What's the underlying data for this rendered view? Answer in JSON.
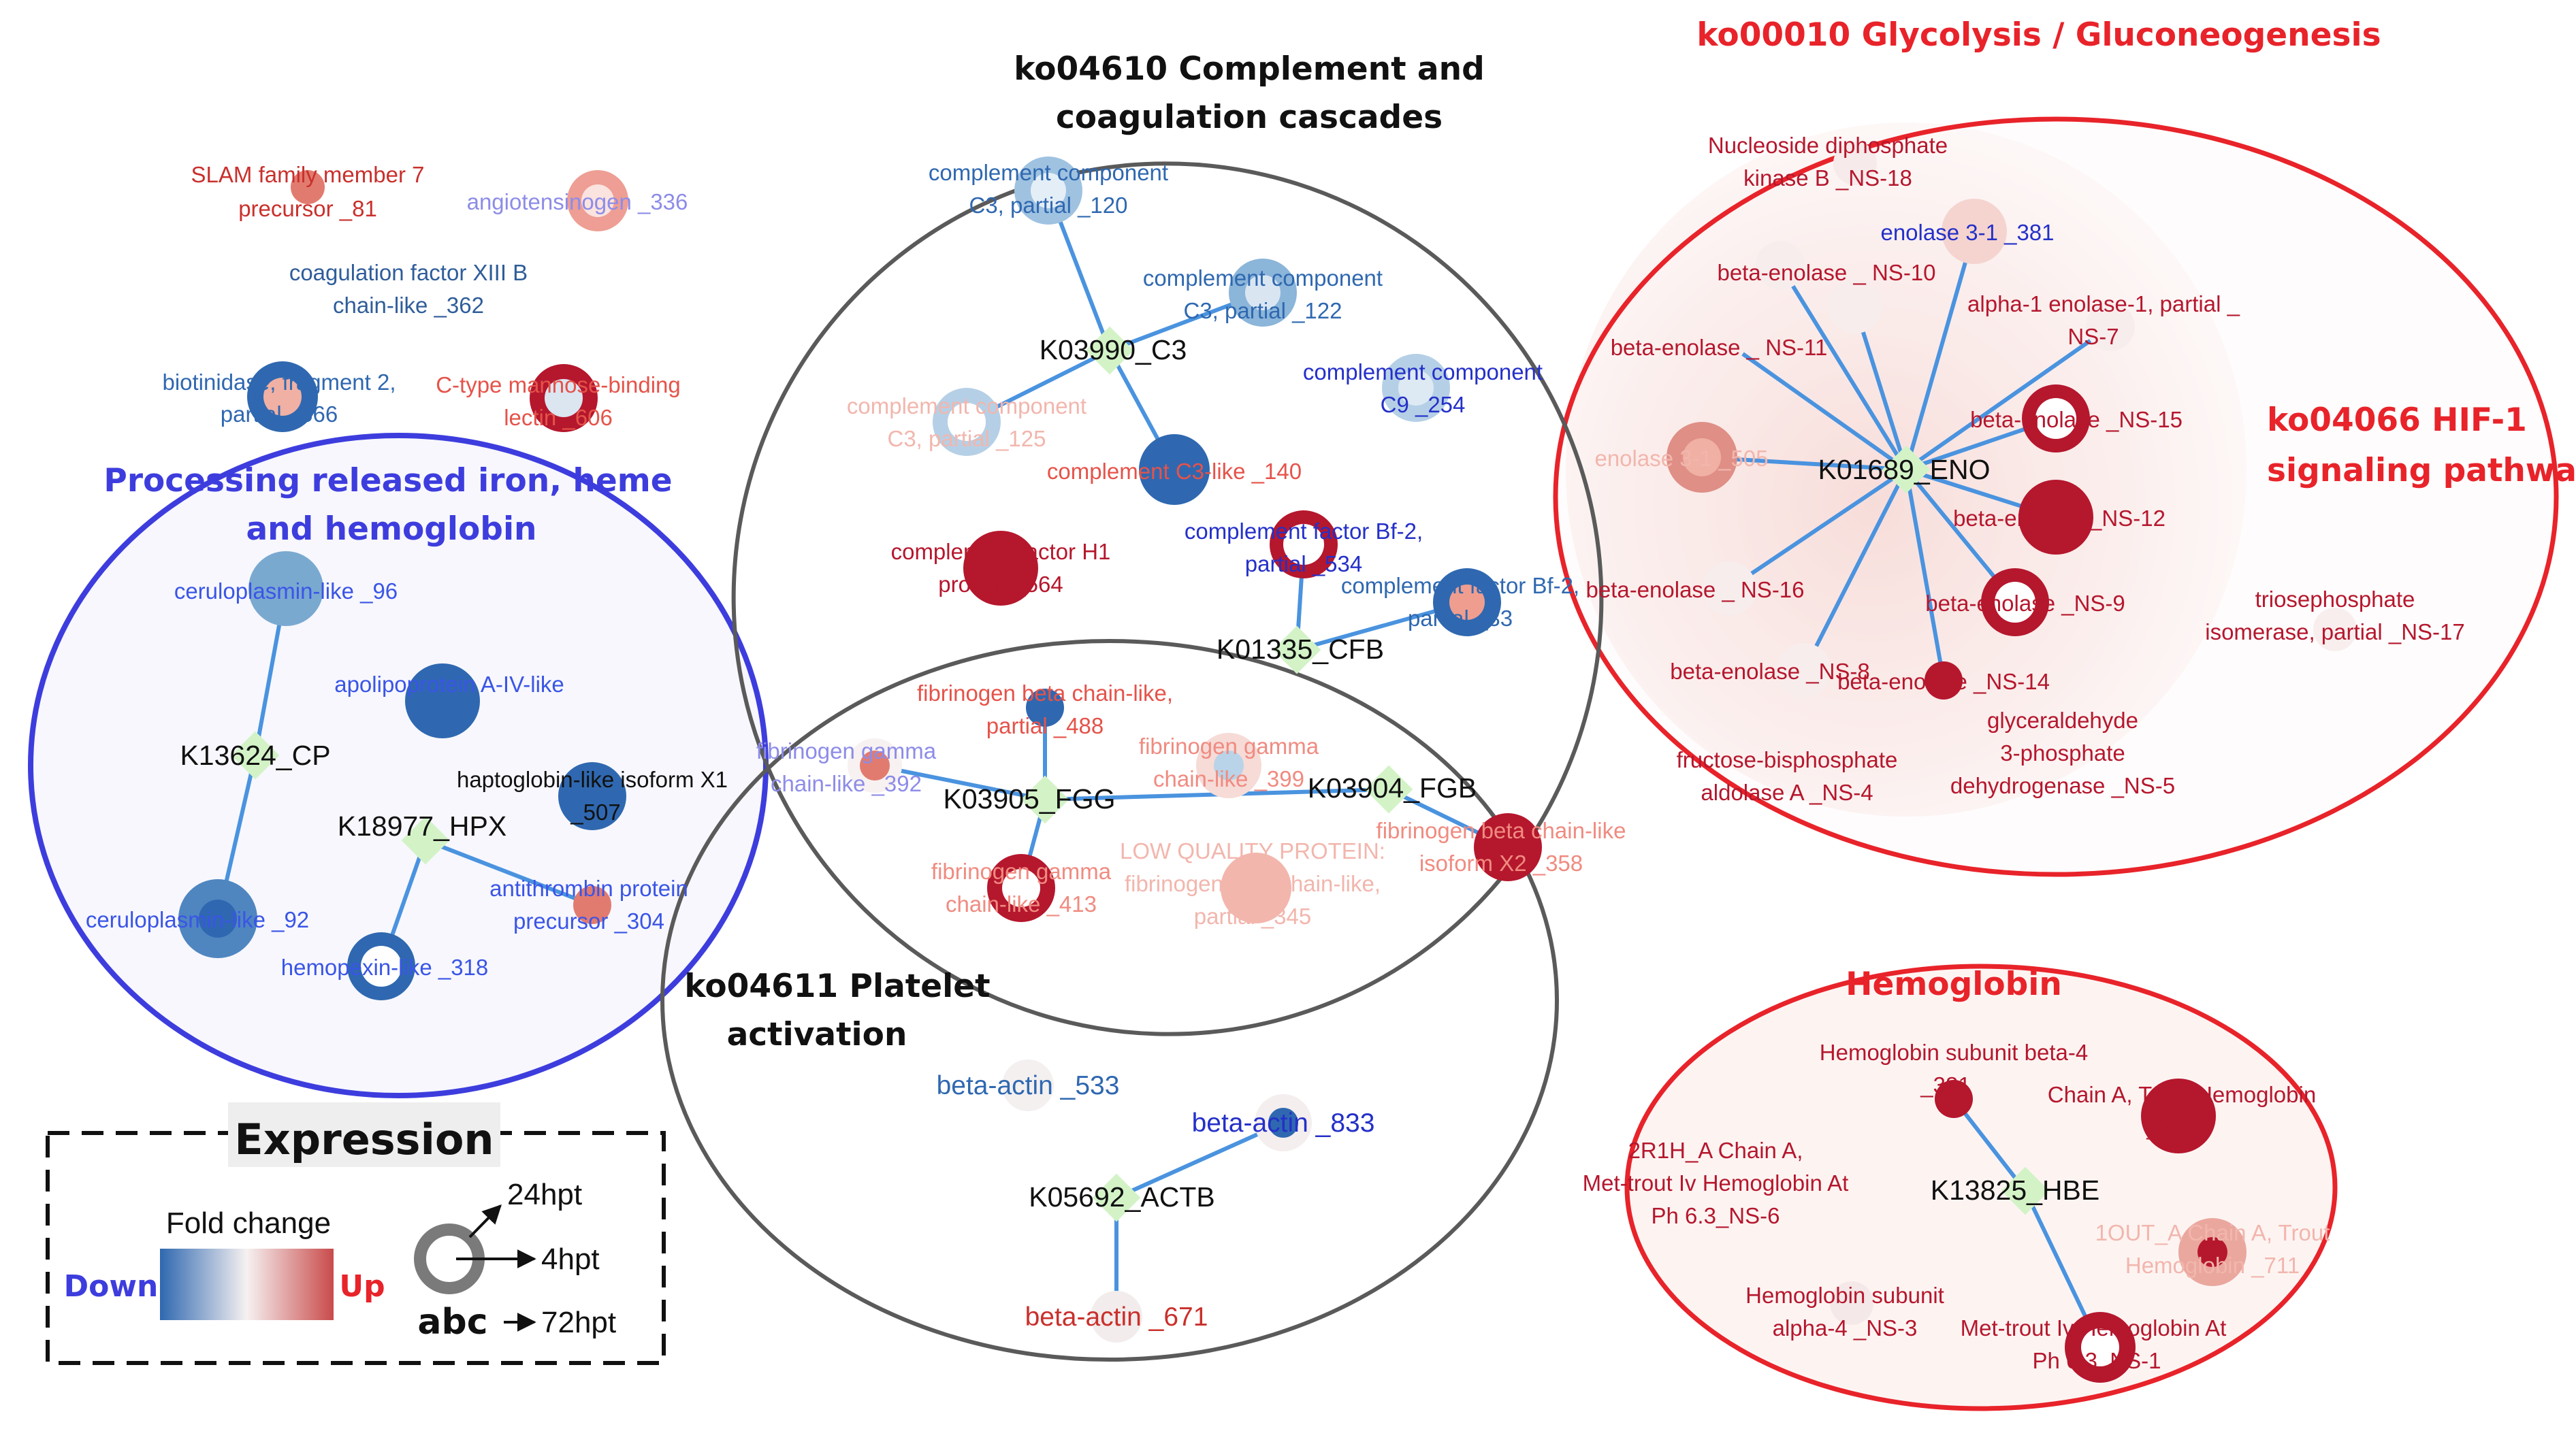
{
  "colors": {
    "down": "#2f68b0",
    "mid_blue": "#7aa9d0",
    "light_blue": "#b9d3e8",
    "up": "#b5172d",
    "mid_red": "#d9605c",
    "light_red": "#f2b6ad",
    "pale": "#f6f0f0",
    "hub": "#d3f3c7",
    "edge": "#4a93df",
    "blue_text": "#3d55e6",
    "red_text": "#d9263a",
    "group_red": "#e8232a",
    "group_blue": "#3d3dde"
  },
  "groups": {
    "complement": {
      "title_1": "ko04610 Complement and",
      "title_2": "coagulation  cascades"
    },
    "platelet": {
      "title_1": "ko04611 Platelet",
      "title_2": "activation"
    },
    "glycolysis": {
      "title": "ko00010 Glycolysis / Gluconeogenesis"
    },
    "hif": {
      "title_1": "ko04066 HIF-1",
      "title_2": "signaling pathway"
    },
    "iron": {
      "title_1": "Processing  released iron, heme",
      "title_2": "and hemoglobin"
    },
    "hemoglobin": {
      "title": "Hemoglobin"
    }
  },
  "hubs": {
    "c3": "K03990_C3",
    "cfb": "K01335_CFB",
    "fgg": "K03905_FGG",
    "fgb": "K03904_FGB",
    "actb": "K05692_ACTB",
    "eno": "K01689_ENO",
    "hbe": "K13825_HBE",
    "cp": "K13624_CP",
    "hpx": "K18977_HPX"
  },
  "genes": {
    "slam_1": "SLAM family member 7",
    "slam_2": "precursor _81",
    "angiotensinogen": "angiotensinogen _336",
    "f13b_1": "coagulation factor XIII B",
    "f13b_2": "chain-like _362",
    "biotinidase_1": "biotinidase, fragment 2,",
    "biotinidase_2": "partial _566",
    "ctype_1": "C-type mannose-binding",
    "ctype_2": "lectin _606",
    "c3_120_1": "complement component",
    "c3_120_2": "C3, partial _120",
    "c3_122_1": "complement component",
    "c3_122_2": "C3, partial _122",
    "c3_125_1": "complement component",
    "c3_125_2": "C3, partial _125",
    "c9_1": "complement component",
    "c9_2": "C9 _254",
    "c3like": "complement C3-like _140",
    "fh1_1": "complement factor H1",
    "fh1_2": "protein _564",
    "bf2_534_1": "complement factor Bf-2,",
    "bf2_534_2": "partial _534",
    "bf2_33_1": "complement factor Bf-2,",
    "bf2_33_2": "partial _33",
    "fgb488_1": "fibrinogen beta chain-like,",
    "fgb488_2": "partial _488",
    "fgg392_1": "fibrinogen gamma",
    "fgg392_2": "chain-like _392",
    "fgg399_1": "fibrinogen gamma",
    "fgg399_2": "chain-like _399",
    "fgg413_1": "fibrinogen gamma",
    "fgg413_2": "chain-like _413",
    "lq_1": "LOW QUALITY PROTEIN:",
    "lq_2": "fibrinogen beta chain-like,",
    "lq_3": "partial _345",
    "fgbx2_1": "fibrinogen beta chain-like",
    "fgbx2_2": "isoform X2 _358",
    "actin533": "beta-actin _533",
    "actin833": "beta-actin _833",
    "actin671": "beta-actin _671",
    "ndk_1": "Nucleoside diphosphate",
    "ndk_2": "kinase B _NS-18",
    "eno381": "enolase 3-1 _381",
    "ns10": "beta-enolase _ NS-10",
    "ns7_1": "alpha-1 enolase-1, partial _",
    "ns7_2": "NS-7",
    "ns11": "beta-enolase _ NS-11",
    "ns15": "beta-enolase _NS-15",
    "eno505": "enolase 3-1 _505",
    "ns12": "beta-enolase _NS-12",
    "ns16": "beta-enolase _ NS-16",
    "ns9": "beta-enolase _NS-9",
    "ns8": "beta-enolase _NS-8",
    "ns14": "beta-enolase _NS-14",
    "gapdh_1": "glyceraldehyde",
    "gapdh_2": "3-phosphate",
    "gapdh_3": "dehydrogenase _NS-5",
    "aldo_1": "fructose-bisphosphate",
    "aldo_2": "aldolase A _NS-4",
    "tpi_1": "triosephosphate",
    "tpi_2": "isomerase, partial _NS-17",
    "hbb4_1": "Hemoglobin subunit beta-4",
    "hbb4_2": "_381",
    "chainA_1": "Chain A, Trout Hemoglobin",
    "chainA_2": "_797",
    "r2h_1": "2R1H_A  Chain A,",
    "r2h_2": "Met-trout Iv Hemoglobin At",
    "r2h_3": "Ph 6.3_NS-6",
    "oneout_1": "1OUT_A  Chain A, Trout",
    "oneout_2": "Hemoglobin _711",
    "hba4_1": "Hemoglobin subunit",
    "hba4_2": "alpha-4 _NS-3",
    "mettrout_1": "Met-trout Iv Hemoglobin At",
    "mettrout_2": "Ph 6.3_NS-1",
    "cp96": "ceruloplasmin-like _96",
    "apo": "apolipoprotein A-IV-like",
    "hp_1": "haptoglobin-like isoform X1",
    "hp_2": "_507",
    "at_1": "antithrombin protein",
    "at_2": "precursor _304",
    "cp92": "ceruloplasmin-like _92",
    "hpx318": "hemopexin-like _318"
  },
  "legend": {
    "title": "Expression",
    "fold_change": "Fold change",
    "down": "Down",
    "up": "Up",
    "t24": "24hpt",
    "t4": "4hpt",
    "sample": "abc",
    "t72": "72hpt"
  }
}
